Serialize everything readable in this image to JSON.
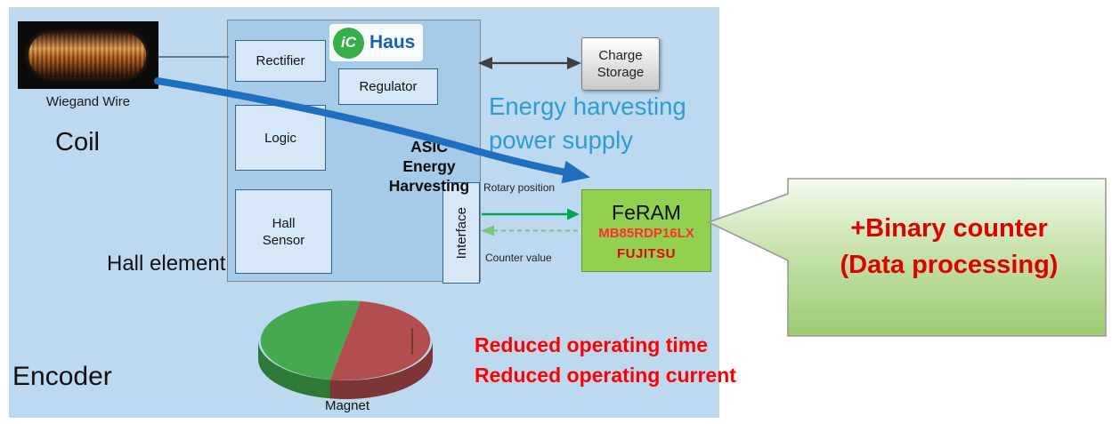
{
  "labels": {
    "wiegand_wire": "Wiegand Wire",
    "coil": "Coil",
    "hall_element": "Hall element",
    "magnet": "Magnet",
    "encoder": "Encoder"
  },
  "asic": {
    "logo_ic": "iC",
    "logo_haus": "Haus",
    "title_line1": "ASIC",
    "title_line2": "Energy",
    "title_line3": "Harvesting",
    "blocks": {
      "rectifier": "Rectifier",
      "regulator": "Regulator",
      "logic": "Logic",
      "hall_line1": "Hall",
      "hall_line2": "Sensor",
      "interface": "Interface"
    }
  },
  "charge_storage": {
    "line1": "Charge",
    "line2": "Storage"
  },
  "energy_harvesting": {
    "line1": "Energy harvesting",
    "line2": "power supply"
  },
  "signals": {
    "rotary_position": "Rotary position",
    "counter_value": "Counter value"
  },
  "feram": {
    "name": "FeRAM",
    "part_number": "MB85RDP16LX",
    "brand": "FUJITSU"
  },
  "callout": {
    "line1": "+Binary counter",
    "line2": "(Data processing)"
  },
  "benefits": {
    "line1": "Reduced operating time",
    "line2": "Reduced operating current"
  },
  "colors": {
    "background": "#BDD9EF",
    "asic_fill": "#A5CBE9",
    "inner_box_fill": "#D6E8F7",
    "feram_green": "#92D050",
    "callout_green": "#9CCB72",
    "accent_blue_text": "#2E9BD6",
    "arrow_blue": "#1E6FC0",
    "signal_green": "#00A550",
    "alert_red": "#FF0000",
    "pie_green": "#44A94F",
    "pie_red": "#B34E4F"
  }
}
